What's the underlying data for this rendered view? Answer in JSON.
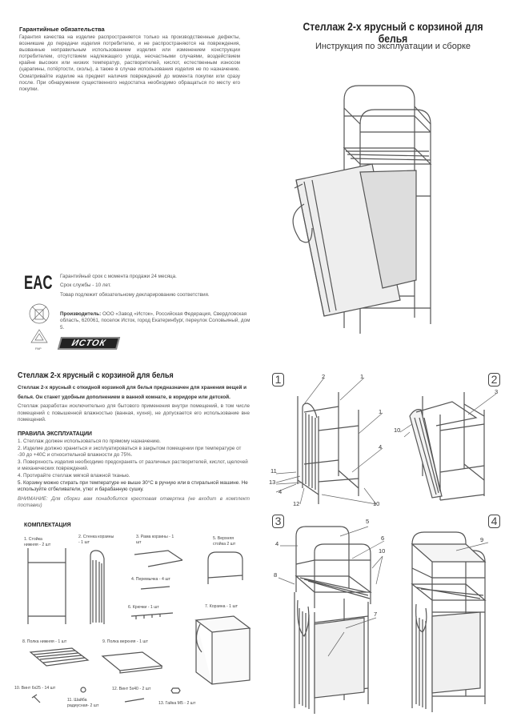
{
  "warranty": {
    "heading": "Гарантийные обязательства",
    "text": "Гарантия качества на изделие распространяется только на производственные дефекты, возникшие до передачи изделия потребителю, и не распространяются на повреждения, вызванные неправильным использованием изделия или изменением конструкции потребителем, отсутствием надлежащего ухода, несчастными случаями, воздействием крайне высоких или низких температур, растворителей, кислот, естественным износом (царапины, потёртости, сколы), а также в случае использования изделия не по назначению. Осматривайте изделие на предмет наличия повреждений до момента покупки или сразу после. При обнаружении существенного недостатка необходимо обращаться по месту его покупки."
  },
  "header": {
    "title": "Стеллаж 2-х ярусный с корзиной для белья",
    "subtitle": "Инструкция по эксплуатации и сборке"
  },
  "certification": {
    "eac_mark": "EAC",
    "warranty_period": "Гарантийный срок с момента продажи 24 месяца.",
    "service_life": "Срок службы  - 10 лет.",
    "declaration": "Товар подлежит обязательному декларированию соответствия.",
    "manufacturer_label": "Производитель:",
    "manufacturer_text": "ООО «Завод «Исток», Российская Федерация, Свердловская область, 620061, поселок Исток, город Екатеринбург, переулок Соловьиный, дом 5.",
    "pap_label": "PAP",
    "brand_logo": "ИСТОК"
  },
  "description": {
    "heading": "Стеллаж 2-х ярусный с корзиной для белья",
    "intro": "Стеллаж 2-х ярусный с откидной корзиной для белья предназначен для хранения вещей и белья. Он станет удобным дополнением в ванной комнате, в коридоре или детской.",
    "usage": "Стеллаж разработан исключительно для бытового применения внутри помещений, в том числе помещений с повышенной влажностью (ванная, кухня), не допускается его использование вне помещений."
  },
  "rules": {
    "heading": "ПРАВИЛА ЭКСПЛУАТАЦИИ",
    "items": [
      "1. Стеллаж должен использоваться по прямому назначению.",
      "2. Изделие должно храниться и эксплуатироваться в закрытом помещении при температуре от -30 до +40С и относительной влажности до 75%.",
      "3. Поверхность изделия необходимо предохранять от различных растворителей, кислот, щелочей и механических повреждений.",
      "4. Протирайте стеллаж мягкой влажной тканью.",
      "5. Корзину можно стирать при температуре не выше 30°С в ручную или в стиральной машине. Не используйте отбеливатели, утюг и барабанную сушку."
    ],
    "warning": "ВНИМАНИЕ: Для сборки вам понадобится крестовая отвертка (не входит в комплект поставки)"
  },
  "kit": {
    "heading": "КОМПЛЕКТАЦИЯ",
    "parts": [
      "1. Стойка нижняя - 2 шт",
      "2. Стенка корзины - 1 шт",
      "3. Рама корзины - 1 шт",
      "4. Перемычка - 4 шт",
      "5. Верхняя стойка 2 шт",
      "6. Крючки - 1 шт",
      "7. Корзина - 1 шт",
      "8. Полка нижняя - 1 шт",
      "9. Полка верхняя - 1 шт",
      "10. Винт 6х25 - 14 шт",
      "11. Шайба радиусная- 2 шт",
      "12. Винт 5х40 - 2 шт",
      "13. Гайка М5 - 2 шт"
    ]
  },
  "assembly": {
    "steps": [
      "1",
      "2",
      "3",
      "4"
    ],
    "callouts": {
      "step1": [
        "2",
        "1",
        "1",
        "4",
        "11",
        "13",
        "4",
        "12",
        "10"
      ],
      "step2": [
        "3",
        "10"
      ],
      "step3": [
        "5",
        "6",
        "4",
        "10",
        "8",
        "7"
      ],
      "step4": [
        "9"
      ]
    }
  }
}
